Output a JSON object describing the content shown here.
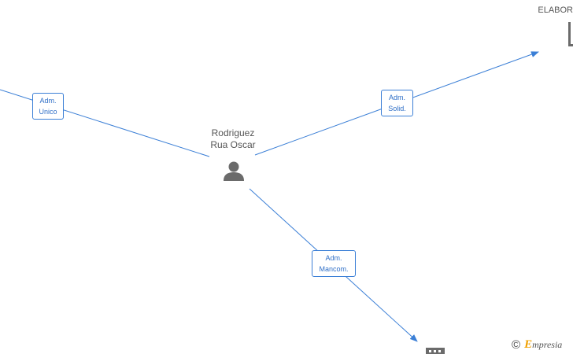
{
  "person": {
    "name_line1": "Rodriguez",
    "name_line2": "Rua Oscar",
    "icon": "person-icon"
  },
  "company_top_right": {
    "label_line1": "ELABOR",
    "icon": "building-icon"
  },
  "company_bottom": {
    "icon": "building-icon"
  },
  "roles": [
    {
      "line1": "Adm.",
      "line2": "Unico"
    },
    {
      "line1": "Adm.",
      "line2": "Solid."
    },
    {
      "line1": "Adm.",
      "line2": "Mancom."
    }
  ],
  "watermark": {
    "copyright": "©",
    "brand_initial": "E",
    "brand_rest": "mpresia"
  },
  "colors": {
    "edge": "#3b7fd6",
    "node_icon": "#6b6b6b",
    "brand": "#f0a000"
  }
}
